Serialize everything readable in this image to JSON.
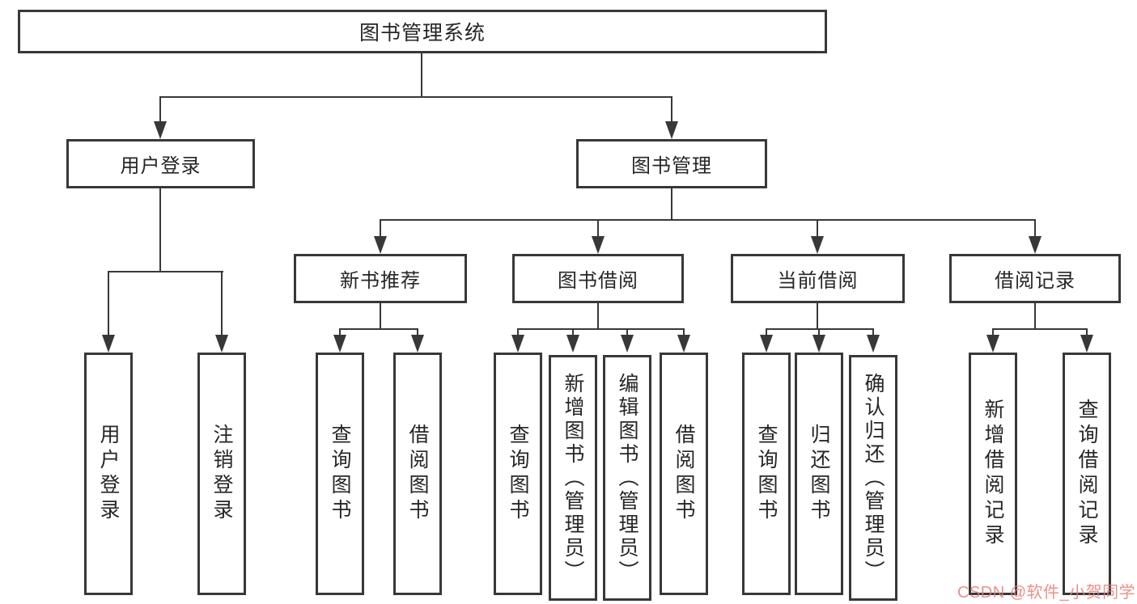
{
  "diagram": {
    "type": "hierarchy-tree",
    "colors": {
      "line": "#383838",
      "text": "#262626",
      "background": "#ffffff",
      "watermark": "#e67d78"
    },
    "tree": {
      "label": "图书管理系统",
      "children": [
        {
          "label": "用户登录",
          "children": [
            {
              "label": "用户登录"
            },
            {
              "label": "注销登录"
            }
          ]
        },
        {
          "label": "图书管理",
          "children": [
            {
              "label": "新书推荐",
              "children": [
                {
                  "label": "查询图书"
                },
                {
                  "label": "借阅图书"
                }
              ]
            },
            {
              "label": "图书借阅",
              "children": [
                {
                  "label": "查询图书"
                },
                {
                  "label": "新增图书（管理员）"
                },
                {
                  "label": "编辑图书（管理员）"
                },
                {
                  "label": "借阅图书"
                }
              ]
            },
            {
              "label": "当前借阅",
              "children": [
                {
                  "label": "查询图书"
                },
                {
                  "label": "归还图书"
                },
                {
                  "label": "确认归还（管理员）"
                }
              ]
            },
            {
              "label": "借阅记录",
              "children": [
                {
                  "label": "新增借阅记录"
                },
                {
                  "label": "查询借阅记录"
                }
              ]
            }
          ]
        }
      ]
    },
    "watermark": {
      "text": "CSDN @软件_小贺同学"
    }
  }
}
